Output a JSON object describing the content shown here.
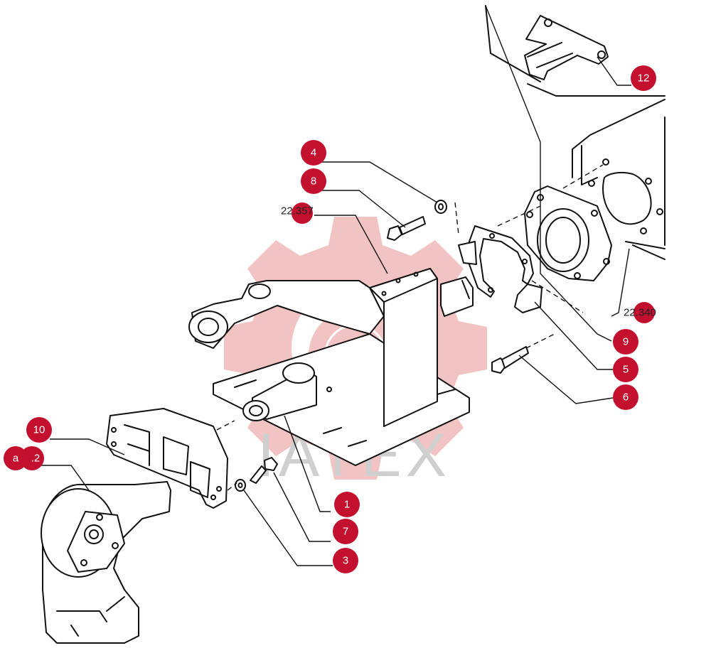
{
  "watermark": {
    "text": "IATEX",
    "gear_color": "#f2c3c3"
  },
  "callout_color": "#c3102f",
  "callouts": [
    {
      "id": "c12",
      "label": "12"
    },
    {
      "id": "c4",
      "label": "4"
    },
    {
      "id": "c8",
      "label": "8"
    },
    {
      "id": "c9",
      "label": "9"
    },
    {
      "id": "c5",
      "label": "5"
    },
    {
      "id": "c6",
      "label": "6"
    },
    {
      "id": "c10",
      "label": "10"
    },
    {
      "id": "c1",
      "label": "1"
    },
    {
      "id": "c7",
      "label": "7"
    },
    {
      "id": "c3",
      "label": "3"
    },
    {
      "id": "ca",
      "label": "a"
    }
  ],
  "references": [
    {
      "id": "r1",
      "label": "22.357"
    },
    {
      "id": "r2",
      "label": "22.340"
    },
    {
      "id": "r3",
      "label": ".2"
    }
  ]
}
